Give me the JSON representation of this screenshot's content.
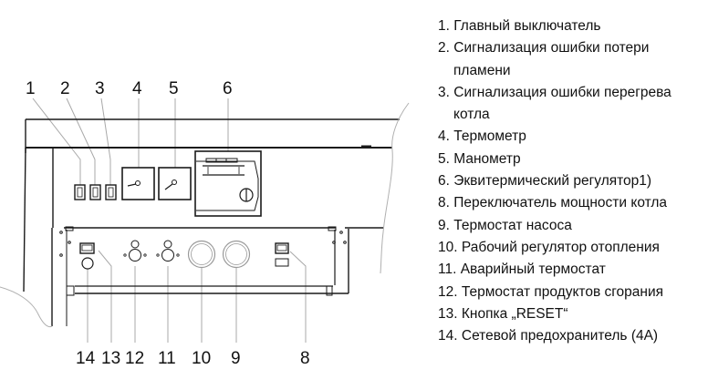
{
  "diagram": {
    "title": "Boiler control panel components",
    "callout_numbers": {
      "top": [
        "1",
        "2",
        "3",
        "4",
        "5",
        "6"
      ],
      "bottom": [
        "14",
        "13",
        "12",
        "11",
        "10",
        "9",
        "8"
      ]
    }
  },
  "legend": {
    "items": [
      {
        "num": "1.",
        "text": "Главный выключатель"
      },
      {
        "num": "2.",
        "text": "Сигнализация ошибки потери пламени"
      },
      {
        "num": "3.",
        "text": "Сигнализация ошибки перегрева котла"
      },
      {
        "num": "4.",
        "text": "Термометр"
      },
      {
        "num": "5.",
        "text": "Манометр"
      },
      {
        "num": "6.",
        "text": "Эквитермический регулятор1)"
      },
      {
        "num": "8.",
        "text": "Переключатель мощности котла"
      },
      {
        "num": "9.",
        "text": "Термостат насоса"
      },
      {
        "num": "10.",
        "text": "Рабочий регулятор отопления"
      },
      {
        "num": "11.",
        "text": "Аварийный термостат"
      },
      {
        "num": "12.",
        "text": "Термостат продуктов сгорания"
      },
      {
        "num": "13.",
        "text": "Кнопка „RESET“"
      },
      {
        "num": "14.",
        "text": "Сетевой предохранитель (4A)"
      }
    ]
  },
  "colors": {
    "line": "#1a1a1a",
    "leader": "#a0a0a0",
    "text": "#111111"
  }
}
